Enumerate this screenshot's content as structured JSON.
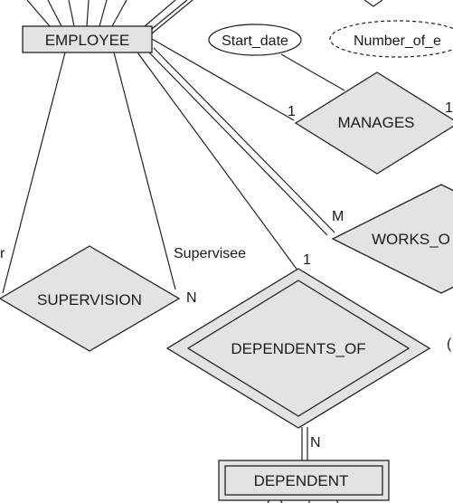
{
  "entities": [
    {
      "id": "employee",
      "label": "EMPLOYEE"
    },
    {
      "id": "dependent",
      "label": "DEPENDENT"
    }
  ],
  "relationships": [
    {
      "id": "manages",
      "label": "MANAGES"
    },
    {
      "id": "works_on",
      "label": "WORKS_O"
    },
    {
      "id": "supervision",
      "label": "SUPERVISION"
    },
    {
      "id": "dependents_of",
      "label": "DEPENDENTS_OF"
    }
  ],
  "attributes": [
    {
      "id": "start_date",
      "label": "Start_date",
      "derived": false
    },
    {
      "id": "number_of_employees",
      "label": "Number_of_e",
      "derived": true
    }
  ],
  "cardinalities": {
    "employee_manages": "1",
    "employee_works_on": "M",
    "employee_dependents_of": "1",
    "dependents_of_dependent": "N",
    "supervision_supervisee": "N",
    "manages_right": "1"
  },
  "roles": {
    "supervisor_fragment": "r",
    "supervisee": "Supervisee"
  },
  "edge_fragments": {
    "works_on_right": "("
  }
}
